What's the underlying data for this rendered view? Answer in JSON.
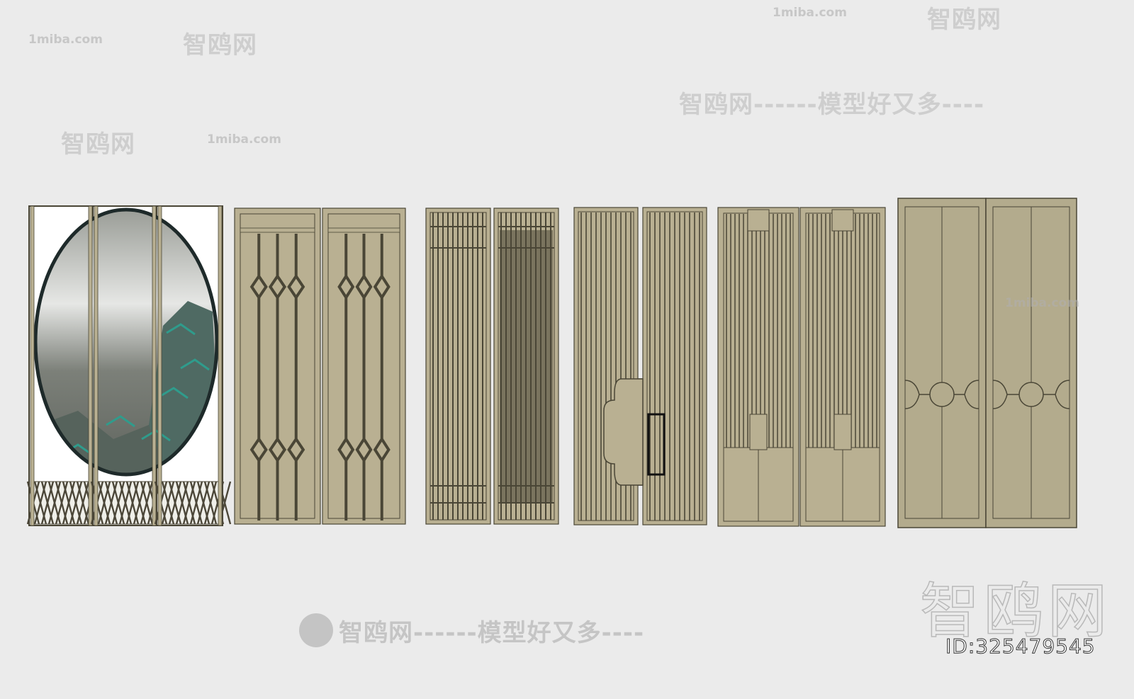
{
  "watermarks": {
    "site": "1miba.com",
    "brand": "智鸥网",
    "slogan": "智鸥网------模型好又多----",
    "slogan_dashes": "------",
    "id_label": "ID:325479545"
  },
  "colors": {
    "background": "#ebebeb",
    "frame": "#b9b092",
    "outline": "#4a4636",
    "solid_panel": "#b3ab8d",
    "painting_accent": "#2f9c8c"
  },
  "screens": [
    {
      "style": "landscape-painting-oval",
      "panels": 3
    },
    {
      "style": "geometric-lattice",
      "panels": 2
    },
    {
      "style": "vertical-slats-crossbars",
      "panels": 2
    },
    {
      "style": "vertical-slats-ruyi-handle",
      "panels": 2
    },
    {
      "style": "slats-over-solid-base",
      "panels": 2
    },
    {
      "style": "solid-panel-circle-medallion",
      "panels": 2
    }
  ]
}
